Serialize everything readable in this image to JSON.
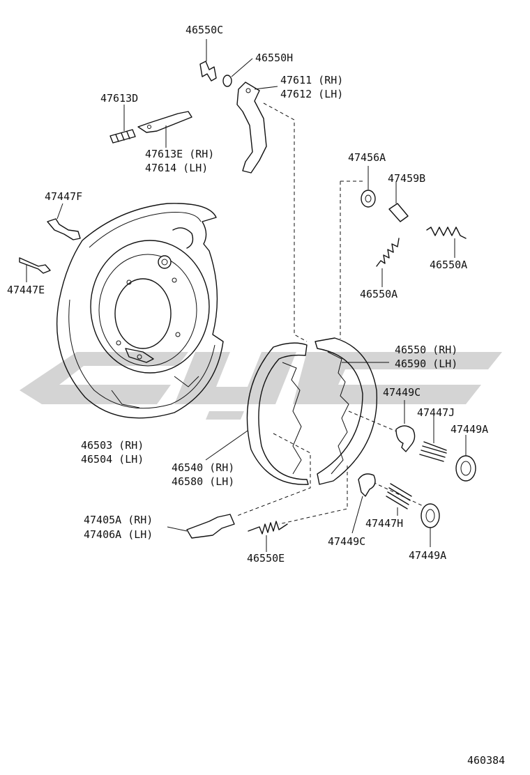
{
  "labels": {
    "p46550C": "46550C",
    "p46550H": "46550H",
    "p47611": "47611 (RH)",
    "p47612": "47612 (LH)",
    "p47613D": "47613D",
    "p47613E": "47613E (RH)",
    "p47614": "47614  (LH)",
    "p47456A": "47456A",
    "p47459B": "47459B",
    "p47447F": "47447F",
    "p46550A_1": "46550A",
    "p46550A_2": "46550A",
    "p47447E": "47447E",
    "p46550": "46550 (RH)",
    "p46590": "46590 (LH)",
    "p47449C_1": "47449C",
    "p47447J": "47447J",
    "p47449A_1": "47449A",
    "p46503": "46503 (RH)",
    "p46504": "46504 (LH)",
    "p46540": "46540 (RH)",
    "p46580": "46580 (LH)",
    "p47405A": "47405A (RH)",
    "p47406A": "47406A (LH)",
    "p47447H": "47447H",
    "p47449C_2": "47449C",
    "p47449A_2": "47449A",
    "p46550E": "46550E"
  },
  "figure_number": "460384"
}
